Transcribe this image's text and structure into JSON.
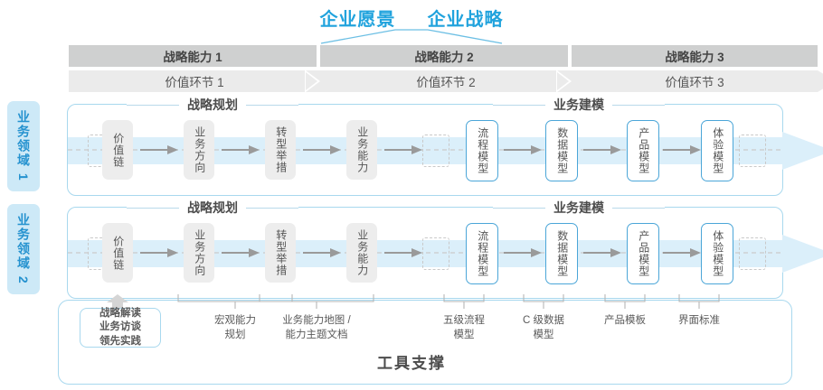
{
  "header": {
    "title_left": "企业愿景",
    "title_right": "企业战略"
  },
  "capabilities": [
    {
      "label": "战略能力 1"
    },
    {
      "label": "战略能力 2"
    },
    {
      "label": "战略能力 3"
    }
  ],
  "value_chain": [
    {
      "label": "价值环节 1"
    },
    {
      "label": "价值环节 2"
    },
    {
      "label": "价值环节 3"
    }
  ],
  "domains": [
    {
      "label": "业务领域 1"
    },
    {
      "label": "业务领域 2"
    }
  ],
  "sections": {
    "planning": "战略规划",
    "modeling": "业务建模"
  },
  "nodes": {
    "planning": [
      {
        "label": "价值链"
      },
      {
        "label": "业务方向"
      },
      {
        "label": "转型举措"
      },
      {
        "label": "业务能力"
      }
    ],
    "modeling": [
      {
        "label": "流程模型"
      },
      {
        "label": "数据模型"
      },
      {
        "label": "产品模型"
      },
      {
        "label": "体验模型"
      }
    ]
  },
  "tools": {
    "title": "工具支撑",
    "chip": "战略解读\n业务访谈\n领先实践",
    "chip_lines": [
      "战略解读",
      "业务访谈",
      "领先实践"
    ],
    "labels": [
      {
        "line1": "宏观能力",
        "line2": "规划"
      },
      {
        "line1": "业务能力地图 /",
        "line2": "能力主题文档"
      },
      {
        "line1": "五级流程",
        "line2": "模型"
      },
      {
        "line1": "C 级数据",
        "line2": "模型"
      },
      {
        "line1": "产品模板",
        "line2": ""
      },
      {
        "line1": "界面标准",
        "line2": ""
      }
    ]
  },
  "colors": {
    "accent": "#21a3dd",
    "accent_soft": "#a8d8ee",
    "domain_tab_bg": "#cde9f7",
    "capability_bar": "#cfd0d0",
    "value_chain_bar": "#ebebeb",
    "node_gray": "#ededed",
    "node_blue_border": "#4ba6d8",
    "band": "#d9eef8",
    "text": "#4a4a4a"
  }
}
